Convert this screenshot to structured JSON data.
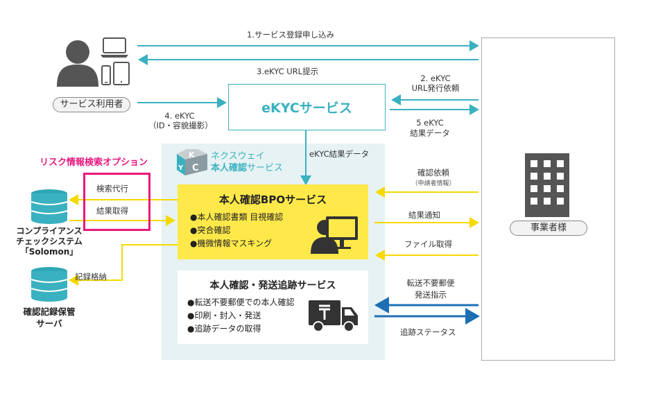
{
  "user": {
    "label": "サービス利用者"
  },
  "flows": {
    "f1": "1.サービス登録申し込み",
    "f3": "3.eKYC URL提示",
    "f2_line1": "2. eKYC",
    "f2_line2": "URL発行依頼",
    "f4_line1": "4. eKYC",
    "f4_line2": "（ID・容貌撮影）",
    "f5_line1": "5 eKYC",
    "f5_line2": "結果データ",
    "ekyc_result": "eKYC結果データ",
    "confirm_req": "確認依頼",
    "confirm_req_sub": "（申請者情報）",
    "result_notice": "結果通知",
    "file_get": "ファイル取得",
    "forward_line1": "転送不要郵便",
    "forward_line2": "発送指示",
    "tracking_status": "追跡ステータス",
    "search_proxy": "検索代行",
    "result_get": "結果取得",
    "record_store": "記録格納"
  },
  "ekyc": {
    "label": "eKYCサービス"
  },
  "nexway": {
    "line1": "ネクスウェイ",
    "line2_bold": "本人確認",
    "line2_rest": "サービス",
    "logo_letters": [
      "K",
      "Y",
      "C"
    ]
  },
  "risk_option": {
    "title": "リスク情報検索オプション"
  },
  "bpo": {
    "title": "本人確認BPOサービス",
    "items": [
      "●本人確認書類 目視確認",
      "●突合確認",
      "●機微情報マスキング"
    ]
  },
  "mail": {
    "title": "本人確認・発送追跡サービス",
    "items": [
      "●転送不要郵便での本人確認",
      "●印刷・封入・発送",
      "●追跡データの取得"
    ]
  },
  "solomon": {
    "line1": "コンプライアンス",
    "line2": "チェックシステム",
    "line3": "「Solomon」"
  },
  "storage": {
    "line1": "確認記録保管",
    "line2": "サーバ"
  },
  "business": {
    "label": "事業者様"
  },
  "colors": {
    "teal": "#3ab1c0",
    "yellow": "#ffe94a",
    "pink": "#e8177d",
    "blue": "#1d6fb4",
    "panel": "#e6f2f3"
  }
}
